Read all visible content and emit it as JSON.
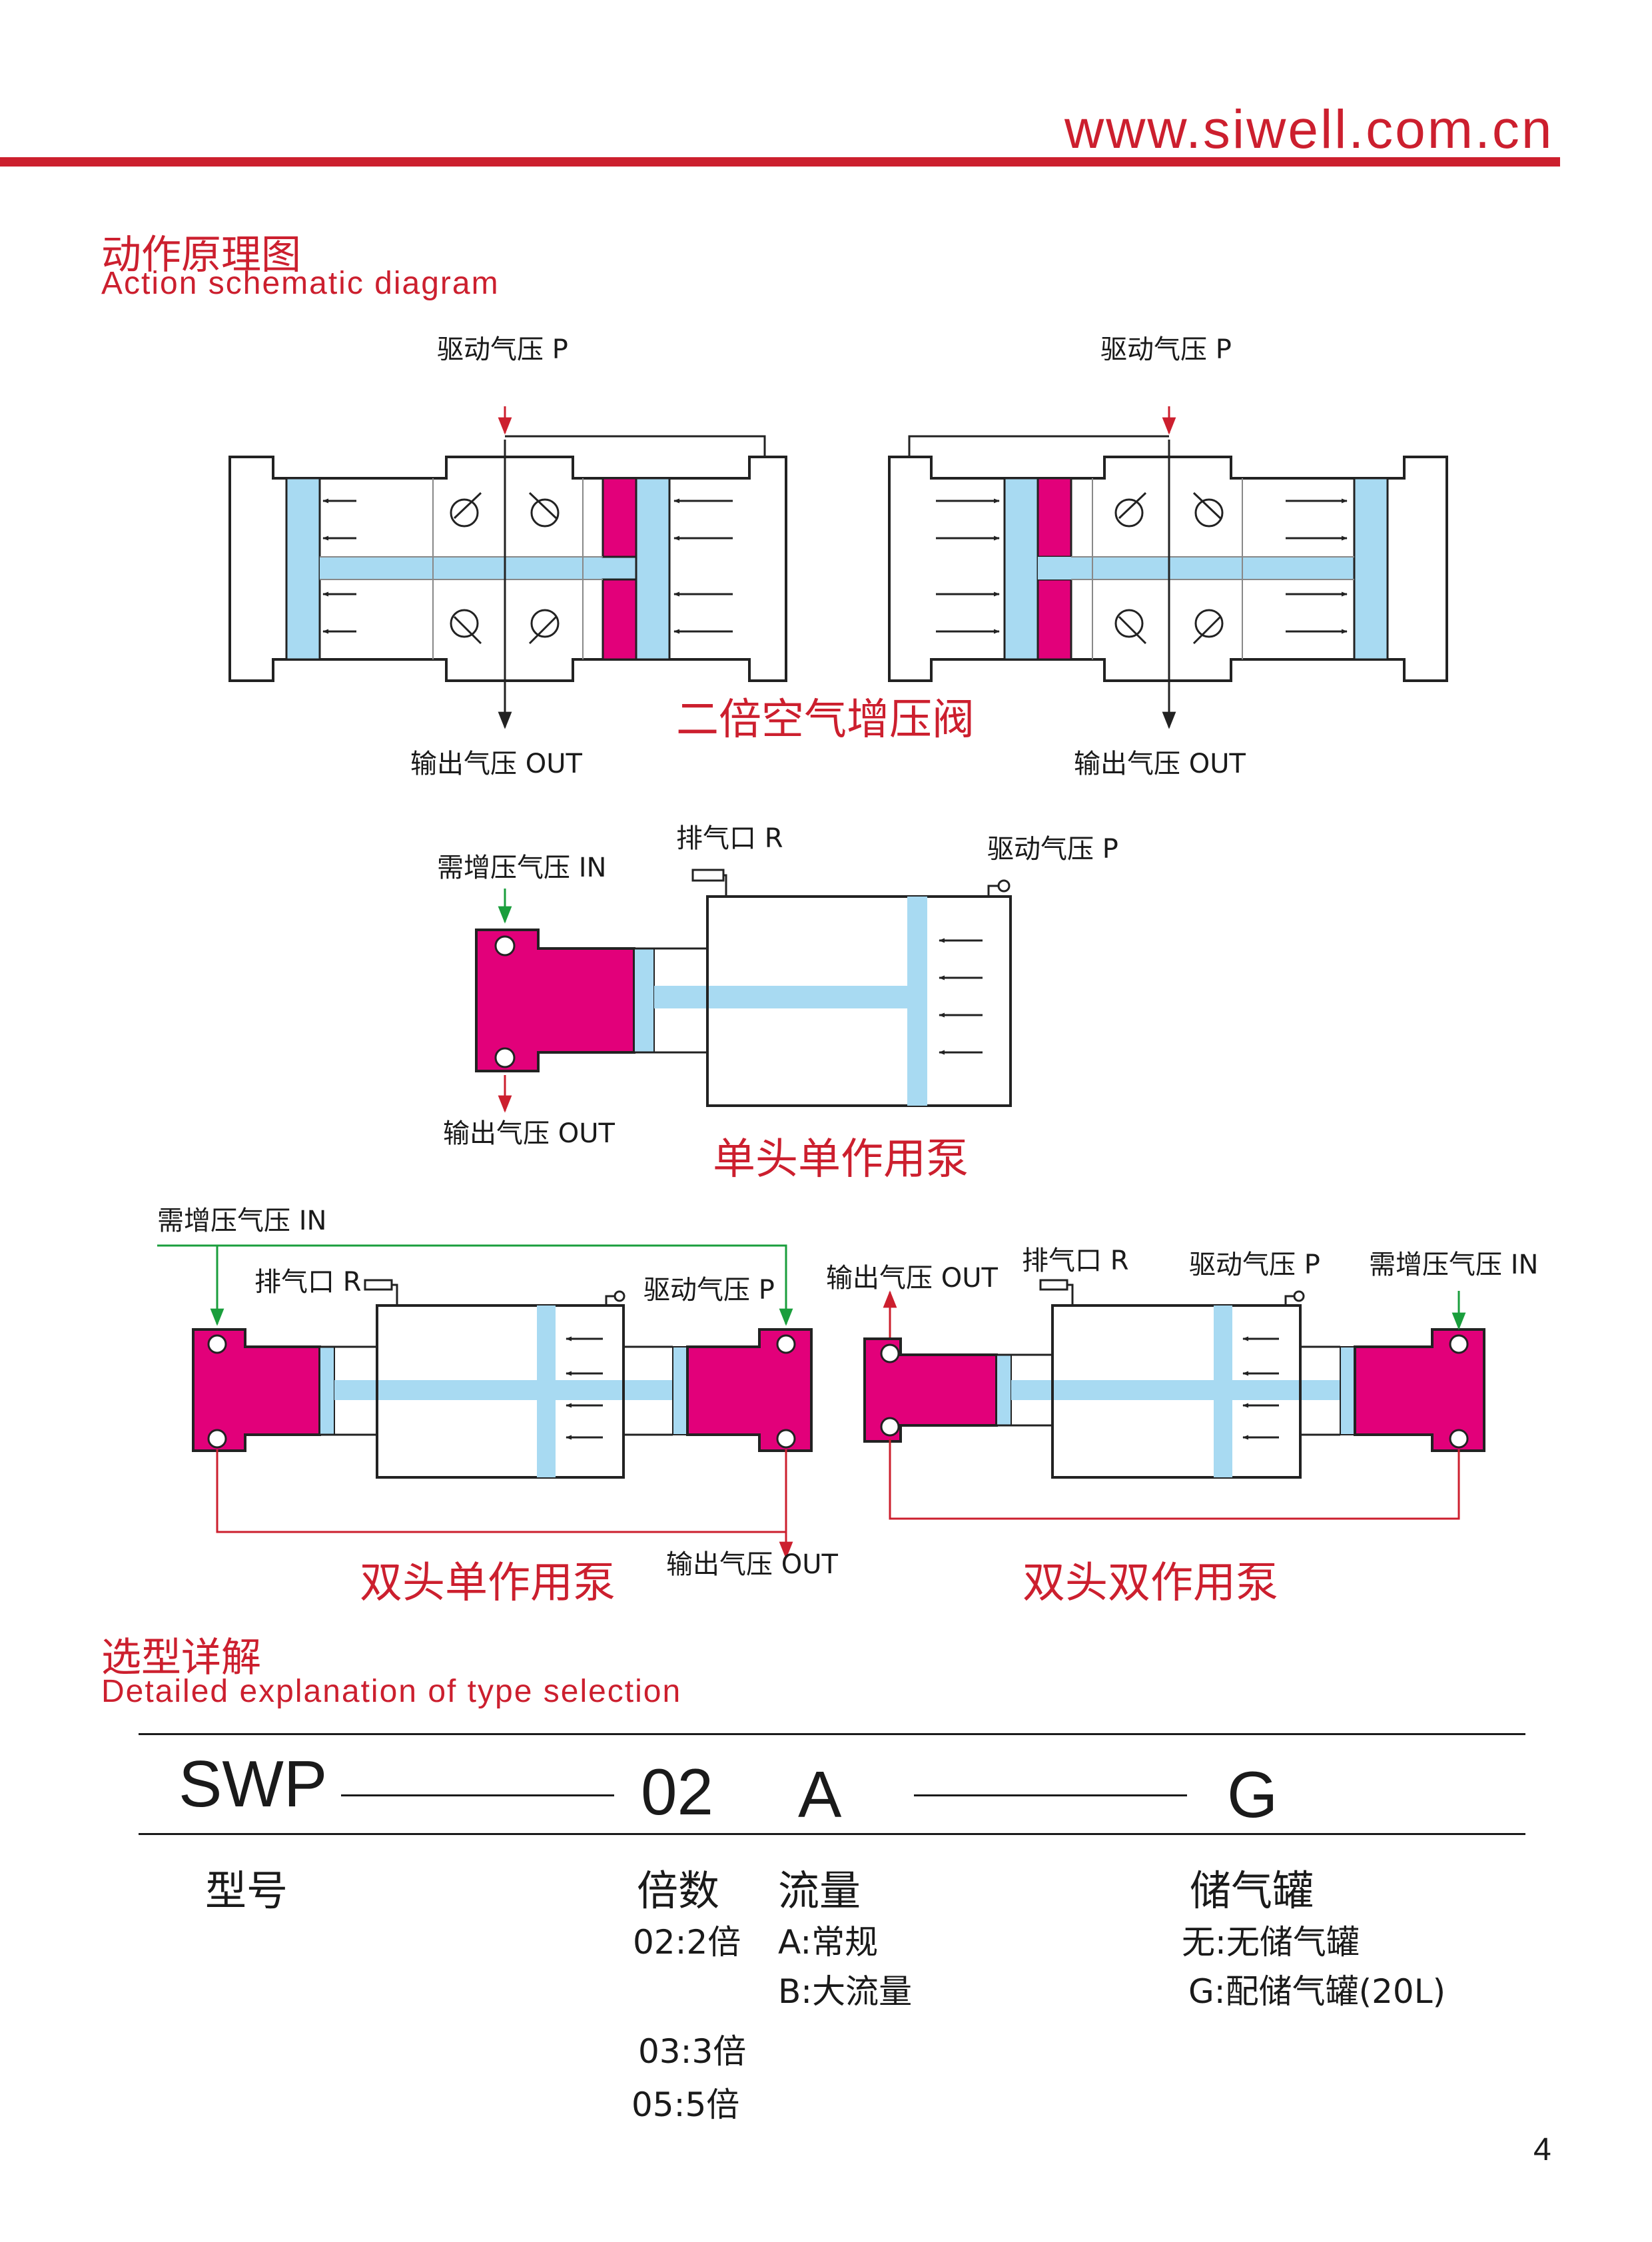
{
  "header": {
    "url": "www.siwell.com.cn"
  },
  "section1": {
    "title_zh": "动作原理图",
    "title_en": "Action schematic diagram"
  },
  "diagrams": {
    "double_valve": {
      "left_drive_label": "驱动气压 P",
      "right_drive_label": "驱动气压 P",
      "left_output_label": "输出气压 OUT",
      "right_output_label": "输出气压 OUT",
      "caption": "二倍空气增压阀"
    },
    "single_head_single_action": {
      "input_label": "需增压气压 IN",
      "exhaust_label": "排气口 R",
      "drive_label": "驱动气压 P",
      "output_label": "输出气压 OUT",
      "caption": "单头单作用泵"
    },
    "double_head_single_action": {
      "input_label": "需增压气压 IN",
      "exhaust_label": "排气口 R",
      "drive_label": "驱动气压 P",
      "output_label": "输出气压 OUT",
      "caption": "双头单作用泵"
    },
    "double_head_double_action": {
      "output_label": "输出气压 OUT",
      "exhaust_label": "排气口 R",
      "drive_label": "驱动气压 P",
      "input_label": "需增压气压 IN",
      "caption": "双头双作用泵"
    }
  },
  "colors": {
    "brand_red": "#cc1f2e",
    "magenta": "#e2007a",
    "light_blue": "#a8daf2",
    "green": "#1a9e3c"
  },
  "section2": {
    "title_zh": "选型详解",
    "title_en": "Detailed explanation of type selection"
  },
  "model_code": {
    "prefix": "SWP",
    "ratio": "02",
    "flow": "A",
    "tank": "G"
  },
  "fields": {
    "model": {
      "label": "型号"
    },
    "ratio": {
      "label": "倍数",
      "options": [
        "02:2倍",
        "03:3倍",
        "05:5倍"
      ]
    },
    "flow": {
      "label": "流量",
      "options": [
        "A:常规",
        "B:大流量"
      ]
    },
    "tank": {
      "label": "储气罐",
      "options": [
        "无:无储气罐",
        "G:配储气罐(20L)"
      ]
    }
  },
  "page_number": "4"
}
